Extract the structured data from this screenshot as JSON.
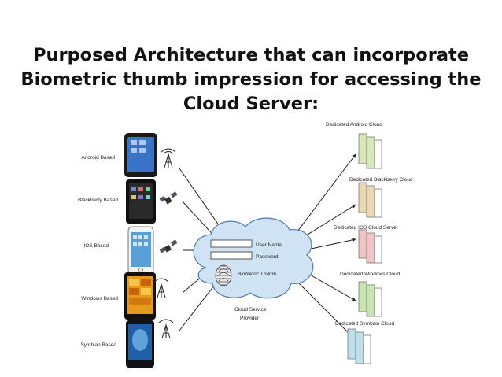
{
  "title": {
    "line1": "Purposed Architecture that can incorporate",
    "line2": "Biometric thumb impression for accessing the",
    "line3": "Cloud Server:"
  },
  "devices": [
    {
      "label": "Android Based",
      "screen_color": "#3a74c8",
      "icon": "cell-tower-icon"
    },
    {
      "label": "Blackberry Based",
      "screen_color": "#2a2a2a",
      "icon": "satellite-icon"
    },
    {
      "label": "IOS Based",
      "screen_color": "#5aa0d8",
      "icon": "satellite-icon"
    },
    {
      "label": "Windows Based",
      "screen_color": "#e59a1a",
      "icon": "cell-tower-icon"
    },
    {
      "label": "Symbian Based",
      "screen_color": "#1f5fa8",
      "icon": "cell-tower-icon"
    }
  ],
  "clouds": [
    {
      "label": "Dedicated Android Cloud",
      "color": "#d9e6b8"
    },
    {
      "label": "Dedicated Blackberry Cloud",
      "color": "#e9d8b0"
    },
    {
      "label": "Dedicated IOS Cloud Server",
      "color": "#f2c4c4"
    },
    {
      "label": "Dedicated Windows Cloud",
      "color": "#c8e4b0"
    },
    {
      "label": "Dedicated Symbain Cloud",
      "color": "#bde0ec"
    }
  ],
  "extra_server_color": "#f5d9bf",
  "center_cloud": {
    "fill": "#cfe3f4",
    "username_label": "User Name",
    "password_label": "Password",
    "thumb_label": "Biometric Thumb",
    "provider_line1": "Cloud Service",
    "provider_line2": "Provider"
  }
}
